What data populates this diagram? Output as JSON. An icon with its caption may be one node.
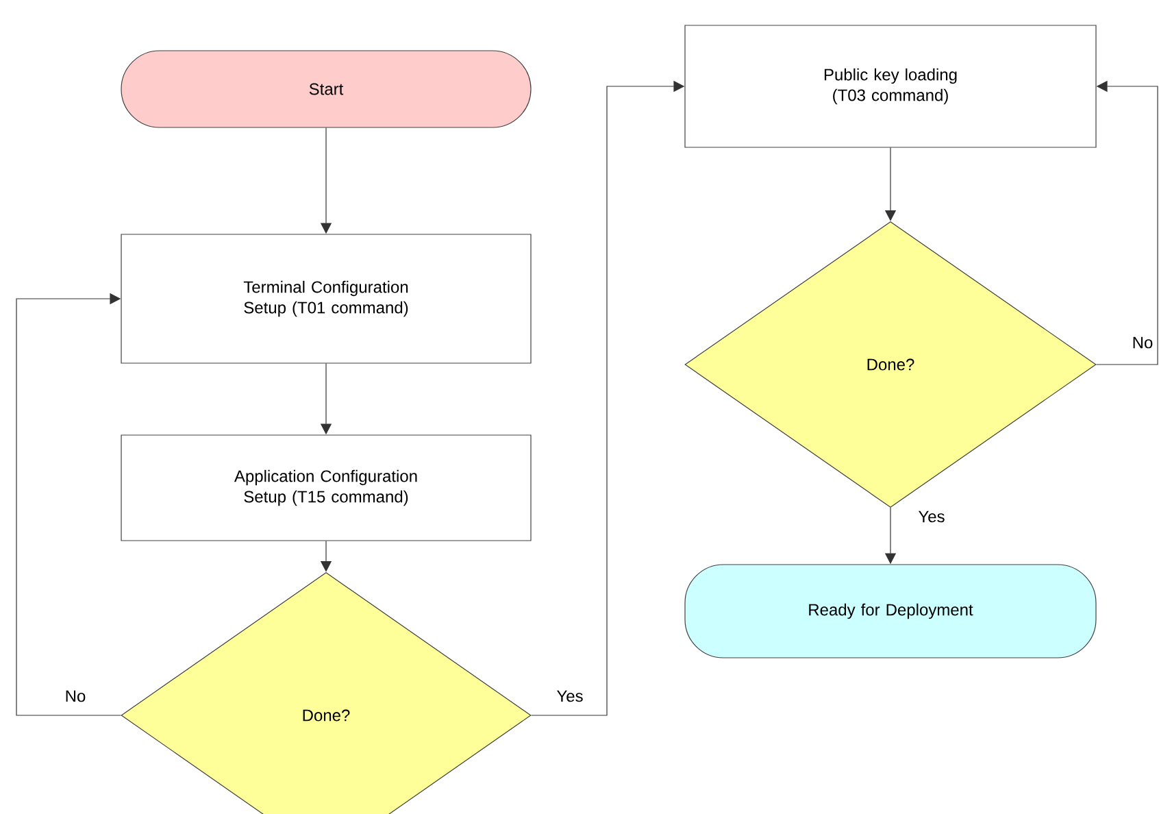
{
  "diagram": {
    "nodes": [
      {
        "text": [
          "Start"
        ]
      },
      {
        "text": [
          "Terminal Configuration Setup (T01 command)"
        ]
      },
      {
        "text": [
          "Application Configuration Setup (T15 command)"
        ]
      },
      {
        "text": [
          "Done?"
        ]
      },
      {
        "text": [
          "Public key loading (T03 command)"
        ]
      },
      {
        "text": [
          "Done?"
        ]
      },
      {
        "text": [
          "Ready for Deployment"
        ]
      }
    ],
    "edges": [
      {
        "from": 0,
        "to": 1,
        "arrow": "to"
      },
      {
        "from": 1,
        "to": 2,
        "arrow": "to"
      },
      {
        "from": 2,
        "to": 3,
        "arrow": "to"
      },
      {
        "from": 3,
        "to": 1,
        "arrow": "to",
        "label": "No"
      },
      {
        "from": 3,
        "to": 4,
        "arrow": "to",
        "label": "Yes"
      },
      {
        "from": 4,
        "to": 5,
        "arrow": "to"
      },
      {
        "from": 5,
        "to": 6,
        "arrow": "to",
        "label": "Yes"
      },
      {
        "from": 5,
        "to": 4,
        "arrow": "to",
        "label": "No"
      }
    ]
  }
}
